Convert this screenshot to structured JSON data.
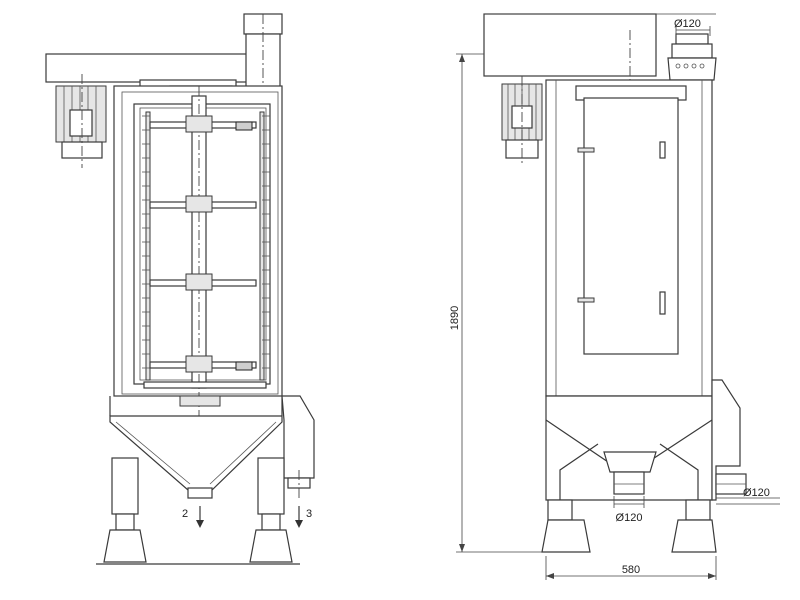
{
  "drawing": {
    "side_view": {
      "outlet_labels": [
        "2",
        "3"
      ]
    },
    "front_view": {
      "dimensions": {
        "height": "1890",
        "width": "580",
        "top_outlet_diameter": "Ø120",
        "bottom_outlet_diameter": "Ø120",
        "side_outlet_diameter": "Ø120"
      }
    }
  }
}
